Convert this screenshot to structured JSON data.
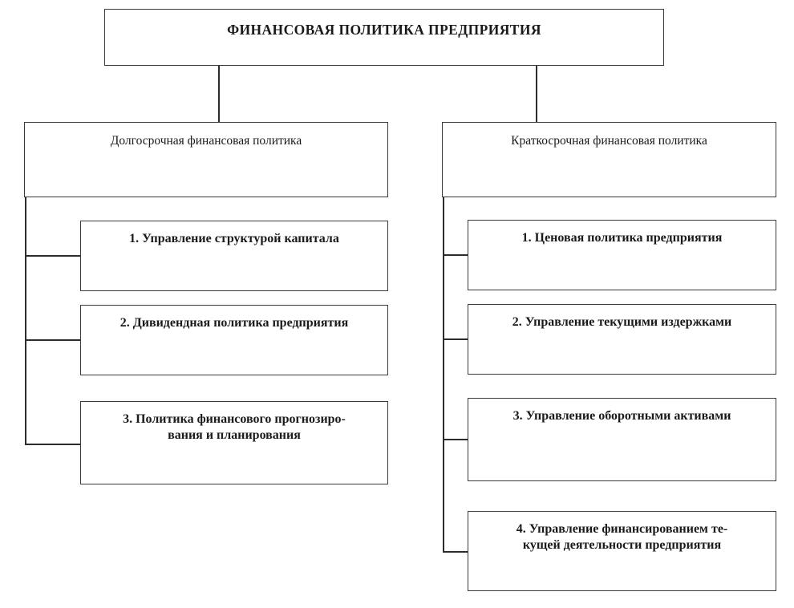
{
  "diagram": {
    "title_node": {
      "label": "ФИНАНСОВАЯ ПОЛИТИКА ПРЕДПРИЯТИЯ"
    },
    "branches": [
      {
        "key": "long_term",
        "label": "Долгосрочная финансовая политика",
        "items": [
          {
            "label": "1. Управление структурой капитала"
          },
          {
            "label": "2. Дивидендная политика предприятия"
          },
          {
            "label": "3. Политика финансового прогнозиро-\nвания и планирования"
          }
        ]
      },
      {
        "key": "short_term",
        "label": "Краткосрочная финансовая политика",
        "items": [
          {
            "label": "1. Ценовая политика предприятия"
          },
          {
            "label": "2. Управление текущими издержками"
          },
          {
            "label": "3. Управление оборотными активами"
          },
          {
            "label": "4. Управление финансированием те-\nкущей деятельности предприятия"
          }
        ]
      }
    ],
    "colors": {
      "background": "#ffffff",
      "box_border": "#3a3a3a",
      "connector": "#2c2c2c",
      "text": "#1a1a1a"
    }
  }
}
